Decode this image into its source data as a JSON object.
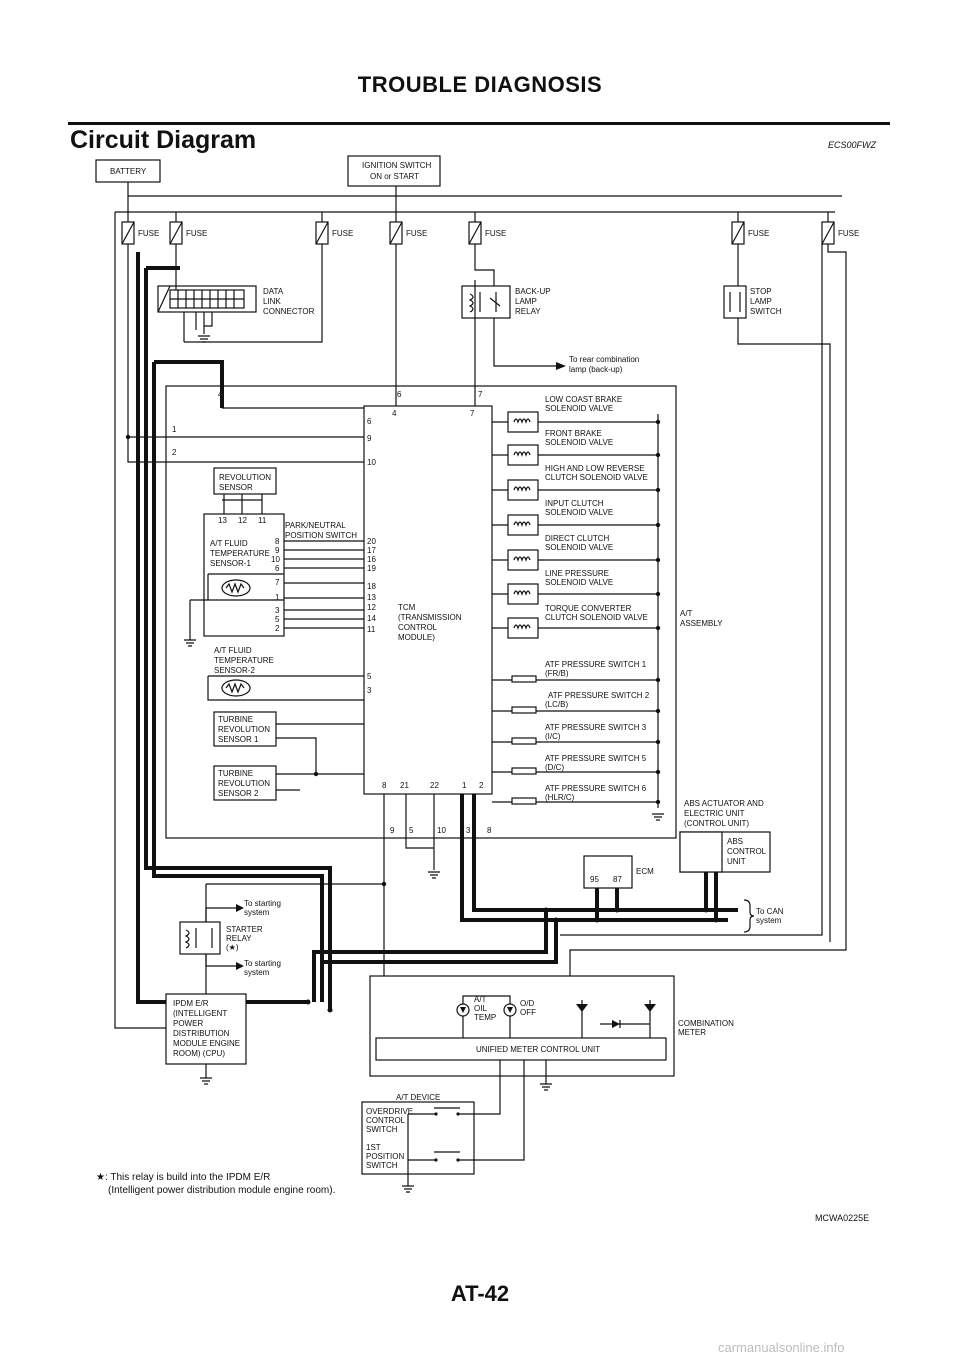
{
  "page": {
    "header": "TROUBLE DIAGNOSIS",
    "section_title": "Circuit Diagram",
    "section_code": "ECS00FWZ",
    "figure_code": "MCWA0225E",
    "page_number": "AT-42",
    "footer_site": "carmanualsonline.info"
  },
  "labels": {
    "battery": "BATTERY",
    "ignition_1": "IGNITION SWITCH",
    "ignition_2": "ON or START",
    "fuse": "FUSE",
    "dlc": [
      "DATA",
      "LINK",
      "CONNECTOR"
    ],
    "backup_relay": [
      "BACK-UP",
      "LAMP",
      "RELAY"
    ],
    "stop_switch": [
      "STOP",
      "LAMP",
      "SWITCH"
    ],
    "rear_lamp": [
      "To rear combination",
      "lamp (back-up)"
    ],
    "rev_sensor": [
      "REVOLUTION",
      "SENSOR"
    ],
    "park_neutral": [
      "PARK/NEUTRAL",
      "POSITION SWITCH"
    ],
    "fluid_temp_1": [
      "A/T FLUID",
      "TEMPERATURE",
      "SENSOR-1"
    ],
    "fluid_temp_2": [
      "A/T FLUID",
      "TEMPERATURE",
      "SENSOR-2"
    ],
    "turbine_1": [
      "TURBINE",
      "REVOLUTION",
      "SENSOR 1"
    ],
    "turbine_2": [
      "TURBINE",
      "REVOLUTION",
      "SENSOR 2"
    ],
    "tcm": [
      "TCM",
      "(TRANSMISSION",
      "CONTROL",
      "MODULE)"
    ],
    "at_assembly": [
      "A/T",
      "ASSEMBLY"
    ],
    "solenoids": [
      [
        "LOW COAST BRAKE",
        "SOLENOID VALVE"
      ],
      [
        "FRONT BRAKE",
        "SOLENOID VALVE"
      ],
      [
        "HIGH AND LOW REVERSE",
        "CLUTCH SOLENOID VALVE"
      ],
      [
        "INPUT CLUTCH",
        "SOLENOID VALVE"
      ],
      [
        "DIRECT CLUTCH",
        "SOLENOID VALVE"
      ],
      [
        "LINE PRESSURE",
        "SOLENOID VALVE"
      ],
      [
        "TORQUE CONVERTER",
        "CLUTCH SOLENOID VALVE"
      ]
    ],
    "pressure_switches": [
      [
        "ATF PRESSURE SWITCH 1",
        "(FR/B)"
      ],
      [
        "ATF PRESSURE SWITCH 2",
        "(LC/B)"
      ],
      [
        "ATF PRESSURE SWITCH 3",
        "(I/C)"
      ],
      [
        "ATF PRESSURE SWITCH 5",
        "(D/C)"
      ],
      [
        "ATF PRESSURE SWITCH 6",
        "(HLR/C)"
      ]
    ],
    "abs_actuator": [
      "ABS ACTUATOR AND",
      "ELECTRIC UNIT",
      "(CONTROL UNIT)"
    ],
    "abs_control": [
      "ABS",
      "CONTROL",
      "UNIT"
    ],
    "ecm": "ECM",
    "ecm_pins": [
      "95",
      "87"
    ],
    "can": [
      "To CAN",
      "system"
    ],
    "starting_1": [
      "To starting",
      "system"
    ],
    "starting_2": [
      "To starting",
      "system"
    ],
    "starter_relay": [
      "STARTER",
      "RELAY",
      "(★)"
    ],
    "ipdm": [
      "IPDM E/R",
      "(INTELLIGENT",
      "POWER",
      "DISTRIBUTION",
      "MODULE ENGINE",
      "ROOM) (CPU)"
    ],
    "at_oil_temp": [
      "A/T",
      "OIL",
      "TEMP"
    ],
    "od_off": [
      "O/D",
      "OFF"
    ],
    "combination_meter": [
      "COMBINATION",
      "METER"
    ],
    "unified_meter": "UNIFIED METER CONTROL UNIT",
    "at_device": "A/T DEVICE",
    "overdrive_switch": [
      "OVERDRIVE",
      "CONTROL",
      "SWITCH"
    ],
    "first_position": [
      "1ST",
      "POSITION",
      "SWITCH"
    ],
    "footnote": [
      "★: This relay is build into the IPDM E/R",
      "(Intelligent power distribution module engine room)."
    ]
  },
  "pins": {
    "top": [
      "4",
      "6",
      "7"
    ],
    "tcm_top": [
      "4",
      "7"
    ],
    "left": [
      "1",
      "2"
    ],
    "tcm_left_top": [
      "6",
      "9",
      "10"
    ],
    "rev_sensor": [
      "13",
      "12",
      "11"
    ],
    "pnp_left": [
      "8",
      "9",
      "10",
      "6",
      "7",
      "1",
      "3",
      "5",
      "2"
    ],
    "tcm_mid": [
      "20",
      "17",
      "16",
      "19",
      "18",
      "13",
      "12",
      "14",
      "11"
    ],
    "tcm_low": [
      "5",
      "3"
    ],
    "tcm_bottom": [
      "8",
      "21",
      "22",
      "1",
      "2"
    ],
    "connector_bottom": [
      "9",
      "5",
      "10",
      "3",
      "8"
    ]
  }
}
